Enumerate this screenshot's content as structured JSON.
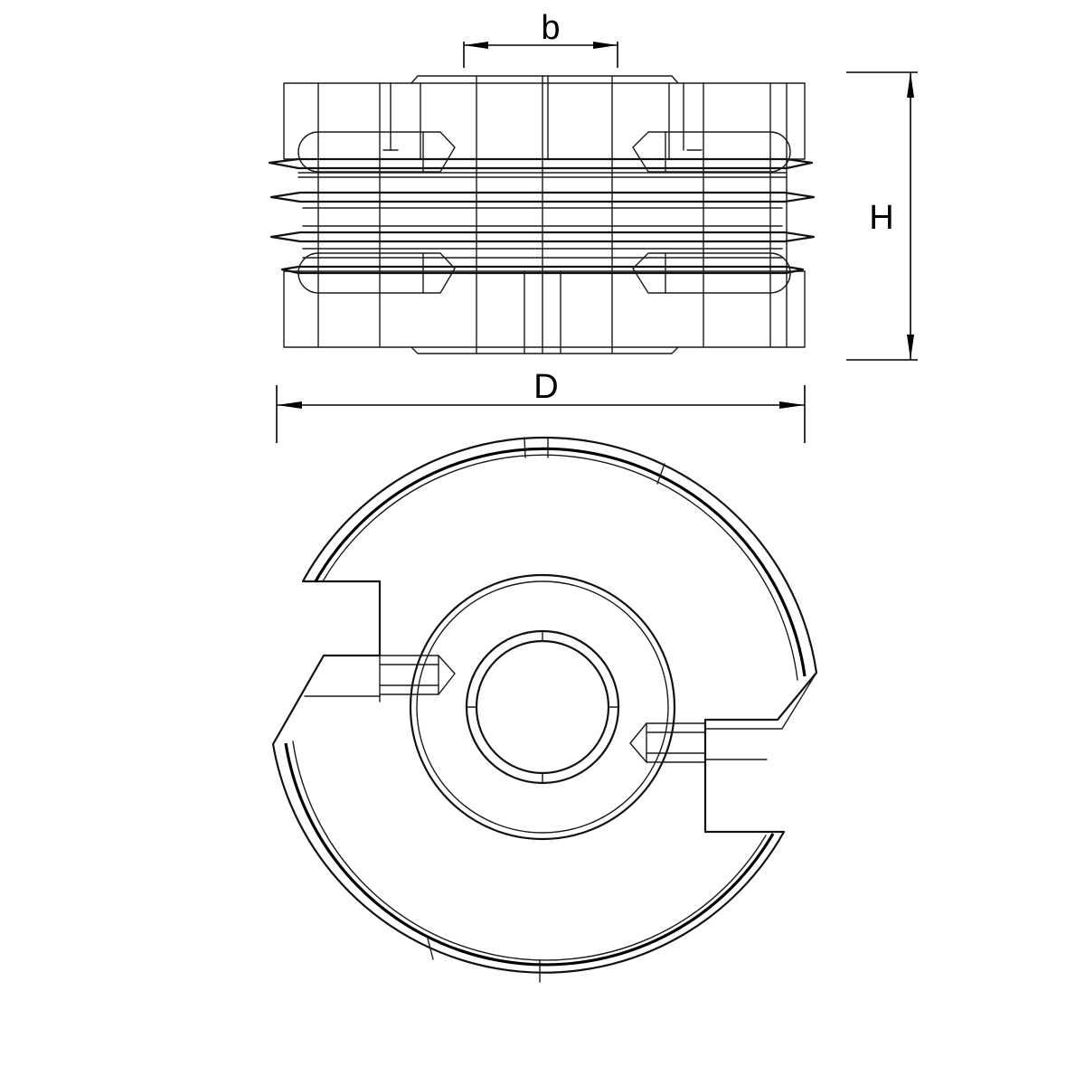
{
  "dimensions": {
    "width_label": "b",
    "height_label": "H",
    "diameter_label": "D"
  }
}
